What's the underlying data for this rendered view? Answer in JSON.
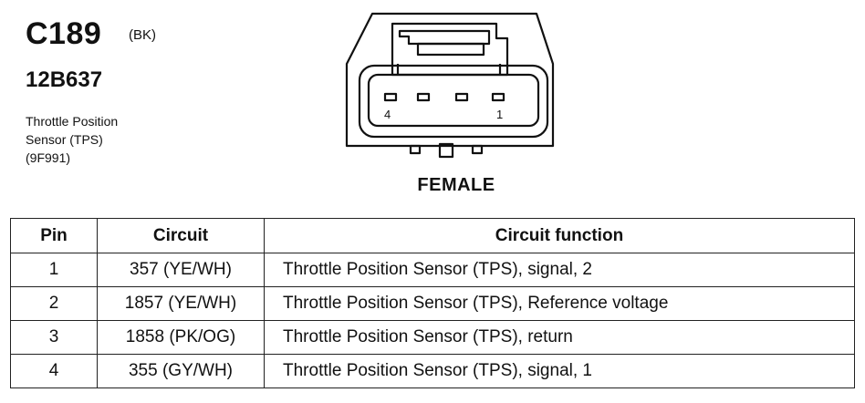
{
  "connector": {
    "id": "C189",
    "color_code": "(BK)",
    "part_number": "12B637",
    "description_lines": [
      "Throttle Position",
      "Sensor (TPS)",
      "(9F991)"
    ],
    "gender": "FEMALE",
    "cavity_labels": {
      "left": "4",
      "right": "1"
    }
  },
  "table": {
    "headers": {
      "pin": "Pin",
      "circuit": "Circuit",
      "function": "Circuit function"
    },
    "rows": [
      {
        "pin": "1",
        "circuit": "357 (YE/WH)",
        "function": "Throttle Position Sensor (TPS), signal, 2"
      },
      {
        "pin": "2",
        "circuit": "1857 (YE/WH)",
        "function": "Throttle Position Sensor (TPS), Reference voltage"
      },
      {
        "pin": "3",
        "circuit": "1858 (PK/OG)",
        "function": "Throttle Position Sensor (TPS), return"
      },
      {
        "pin": "4",
        "circuit": "355 (GY/WH)",
        "function": "Throttle Position Sensor (TPS), signal, 1"
      }
    ]
  }
}
